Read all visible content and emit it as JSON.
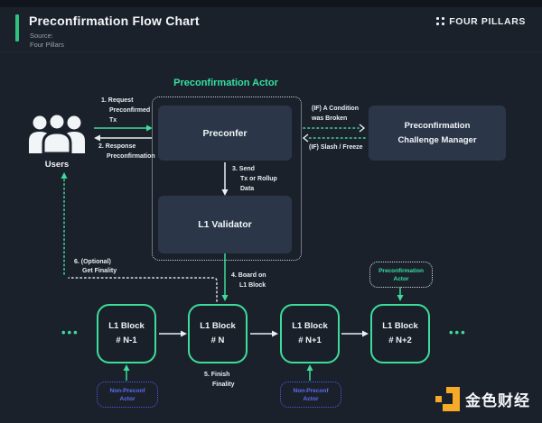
{
  "header": {
    "title": "Preconfirmation Flow Chart",
    "source_label": "Source:",
    "source_value": "Four Pillars",
    "brand": "FOUR PILLARS"
  },
  "diagram": {
    "actor_group_label": "Preconfirmation Actor",
    "users_label": "Users",
    "preconfer_label": "Preconfer",
    "validator_label": "L1 Validator",
    "manager": {
      "line1": "Preconfirmation",
      "line2": "Challenge Manager"
    },
    "steps": {
      "step1": [
        "1. Request",
        "Preconfirmed",
        "Tx"
      ],
      "step2": [
        "2. Response",
        "Preconfirmation"
      ],
      "step3": [
        "3. Send",
        "Tx or Rollup",
        "Data"
      ],
      "step4": [
        "4. Board on",
        "L1 Block"
      ],
      "step5": [
        "5. Finish",
        "Finality"
      ],
      "step6": [
        "6. (Optional)",
        "Get Finality"
      ]
    },
    "conditions": {
      "broken_line1": "(IF) A Condition",
      "broken_line2": "was Broken",
      "slash": "(IF) Slash / Freeze"
    },
    "blocks": [
      {
        "line1": "L1 Block",
        "line2": "# N-1"
      },
      {
        "line1": "L1 Block",
        "line2": "# N"
      },
      {
        "line1": "L1 Block",
        "line2": "# N+1"
      },
      {
        "line1": "L1 Block",
        "line2": "# N+2"
      }
    ],
    "ellipsis": "•••",
    "mini_actor": {
      "line1": "Preconfirmation",
      "line2": "Actor"
    },
    "non_preconf": {
      "line1": "Non-Preconf",
      "line2": "Actor"
    }
  },
  "footer": {
    "brand": "金色财经"
  },
  "colors": {
    "background": "#1b212b",
    "node_fill": "#2b3749",
    "accent_green": "#3ddc9b",
    "actor_label_green": "#35e0a0",
    "non_preconf_blue": "#5f6cf2",
    "jinse_orange": "#f7a928",
    "title_bar_green": "#2ec27e"
  }
}
